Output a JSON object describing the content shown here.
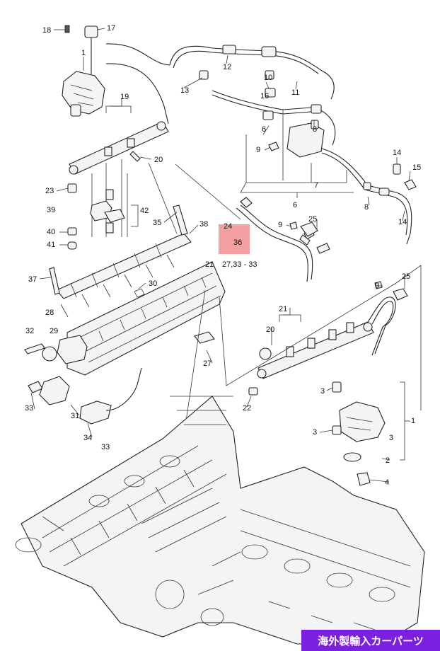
{
  "diagram": {
    "callouts": {
      "c18": "18",
      "c17": "17",
      "c1a": "1",
      "c12a": "12",
      "c13": "13",
      "c10": "10",
      "c11": "11",
      "c8a": "8",
      "c6a": "6",
      "c9a": "9",
      "c19": "19",
      "c20a": "20",
      "c23": "23",
      "c39": "39",
      "c42": "42",
      "c40": "40",
      "c41": "41",
      "c35": "35",
      "c38": "38",
      "c24": "24",
      "c36": "36",
      "c21a": "21",
      "c2733": "27,33 - 33",
      "c37": "37",
      "c30": "30",
      "c28": "28",
      "c32": "32",
      "c29": "29",
      "c27": "27",
      "c33a": "33",
      "c31": "31",
      "c34": "34",
      "c33b": "33",
      "c9b": "9",
      "c25a": "25",
      "c7": "7",
      "c6b": "6",
      "c14a": "14",
      "c15": "15",
      "c8b": "8",
      "c14b": "14",
      "c9c": "9",
      "c25b": "25",
      "c21b": "21",
      "c20b": "20",
      "c22": "22",
      "c3a": "3",
      "c3b": "3",
      "c3c": "3",
      "c1b": "1",
      "c2": "2",
      "c4": "4",
      "c16": "16"
    },
    "highlight_color": "#f08080"
  },
  "badge": {
    "text": "海外製輸入カーパーツ",
    "bg_color": "#7b1fe0"
  }
}
